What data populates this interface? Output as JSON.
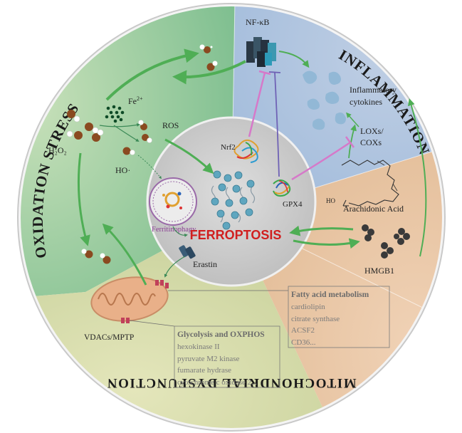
{
  "sections": {
    "oxidation_stress": "OXIDATION STRESS",
    "inflammation": "INFLAMMATION",
    "mitochondrial_dysfunction": "MITOCHONDRIAL DYSFUNCTION"
  },
  "center": {
    "title": "FERROPTOSIS",
    "ferritinophagy": "Ferritinophagy",
    "erastin": "Erastin",
    "nrf2": "Nrf2",
    "gpx4": "GPX4",
    "ros": "ROS"
  },
  "oxidation": {
    "h2o2": "H₂O₂",
    "fe2_base": "Fe",
    "fe2_sup": "2+",
    "ho": "HO·"
  },
  "inflammation": {
    "nfkb": "NF-κB",
    "cytokines_line1": "Inflammatory",
    "cytokines_line2": "cytokines",
    "lox_line1": "LOXs/",
    "lox_line2": "COXs",
    "arachidonic": "Arachidonic Acid",
    "ho_label": "HO",
    "hmgb1": "HMGB1"
  },
  "mito": {
    "vdac": "VDACs/MPTP",
    "fatty_title": "Fatty acid metabolism",
    "fatty_items": [
      "cardiolipin",
      "citrate synthase",
      "ACSF2",
      "CD36..."
    ],
    "glyco_title": "Glycolysis and OXPHOS",
    "glyco_items": [
      "hexokinase II",
      "pyruvate M2 kinase",
      "fumarate hydrase",
      "cytochrome c oxidase 2..."
    ]
  },
  "colors": {
    "green_region": "#a9cfa2",
    "blue_region": "#b4c6dd",
    "peach_region": "#ecc7a6",
    "olive_region": "#d8dbaa",
    "center_disc": "#cfcfcf",
    "ferroptosis_red": "#d11f1f",
    "arrow_green": "#54b35a",
    "inhibit_pink": "#d679c9"
  }
}
